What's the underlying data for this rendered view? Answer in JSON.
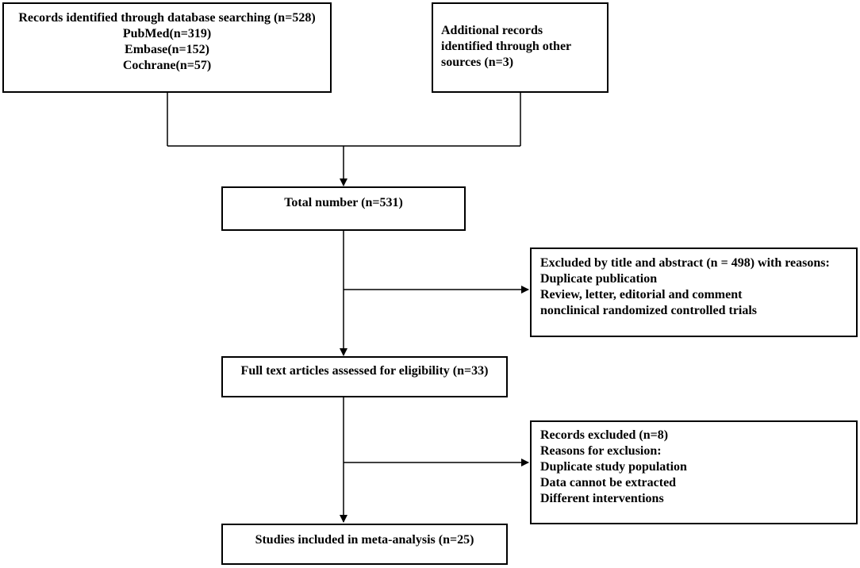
{
  "database_box": {
    "title": "Records identified through database searching (n=528)",
    "lines": [
      "PubMed(n=319)",
      "Embase(n=152)",
      "Cochrane(n=57)"
    ]
  },
  "additional_box": {
    "lines": [
      "Additional records",
      "identified through other",
      "sources (n=3)"
    ]
  },
  "total_box": {
    "text": "Total number (n=531)"
  },
  "excluded_title_box": {
    "lines": [
      "Excluded by title and abstract (n = 498) with reasons:",
      "Duplicate publication",
      "Review, letter, editorial and comment",
      "nonclinical randomized controlled trials"
    ]
  },
  "fulltext_box": {
    "text": "Full text articles assessed for eligibility (n=33)"
  },
  "excluded_records_box": {
    "lines": [
      "Records excluded (n=8)",
      "Reasons for exclusion:",
      "Duplicate study population",
      "Data cannot be extracted",
      "Different interventions"
    ]
  },
  "included_box": {
    "text": "Studies included in meta-analysis (n=25)"
  }
}
